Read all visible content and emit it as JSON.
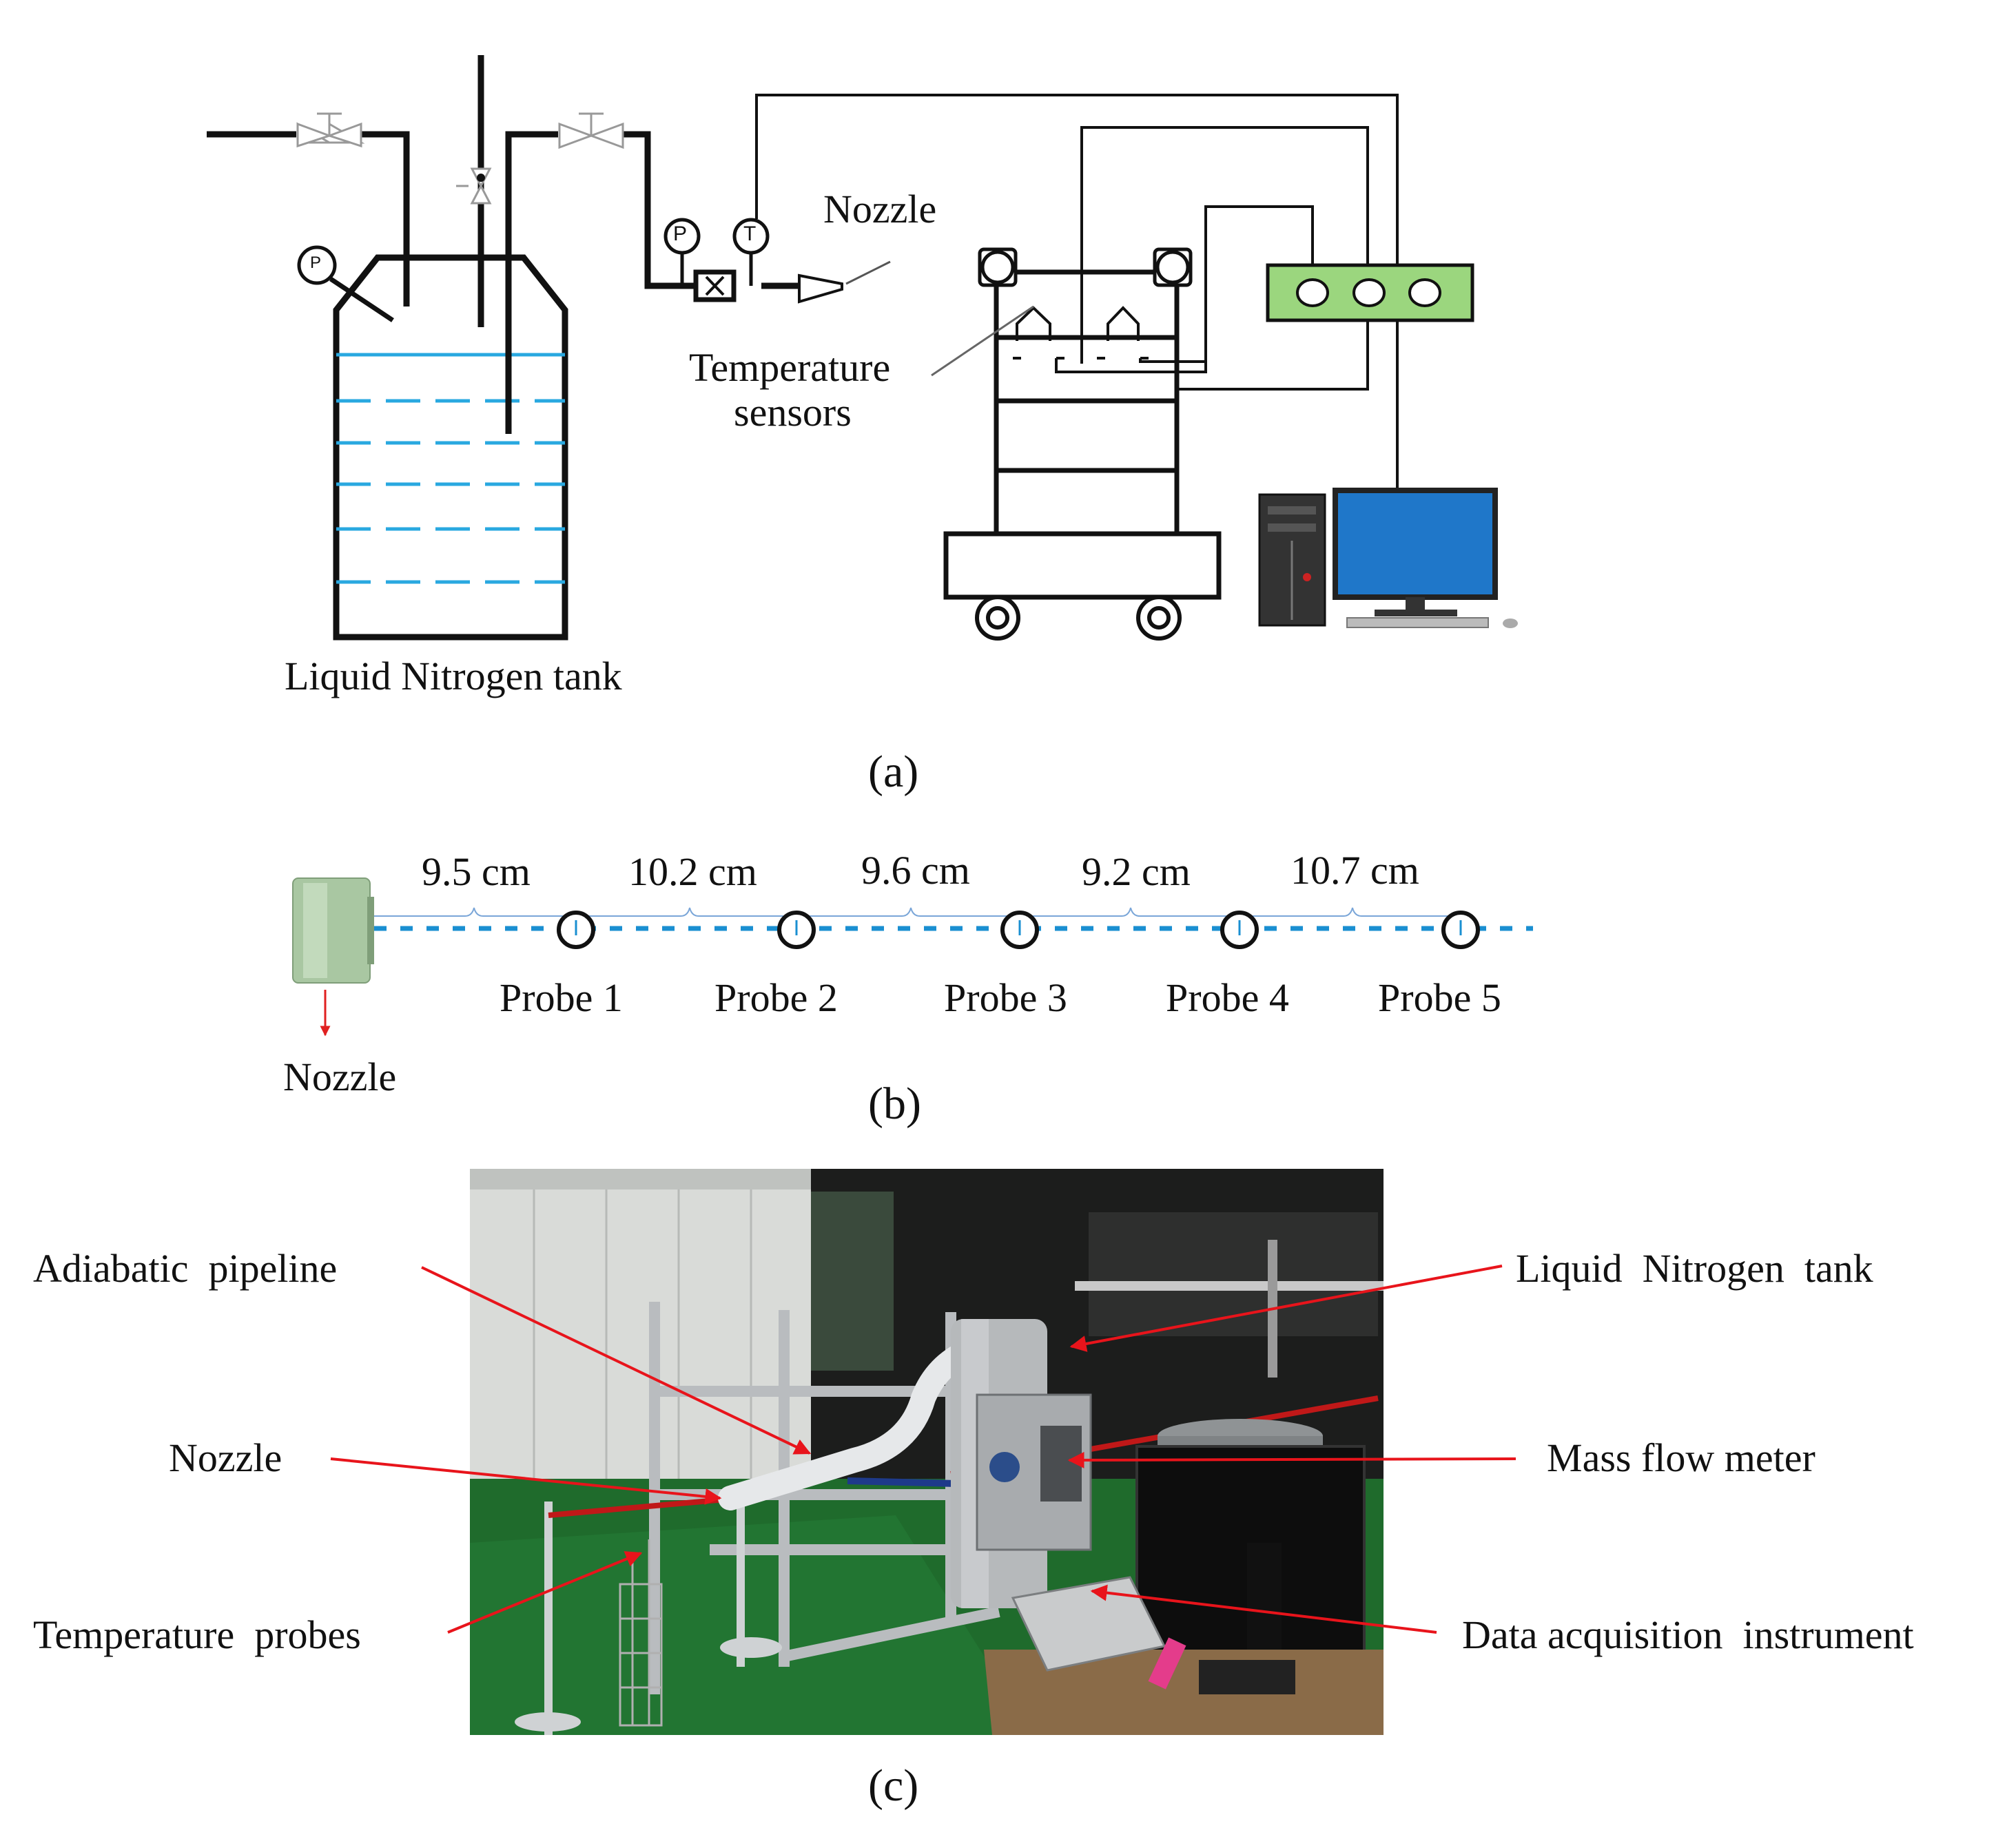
{
  "panel_a": {
    "caption": "(a)",
    "nozzle_label": "Nozzle",
    "sensors_label_line1": "Temperature",
    "sensors_label_line2": "sensors",
    "tank_label": "Liquid Nitrogen tank",
    "gauge_p": "P",
    "gauge_t": "T",
    "tank_gauge": "P",
    "colors": {
      "liquid": "#29a8e0",
      "daq_box": "#9bd67e",
      "monitor": "#1f77c9"
    }
  },
  "panel_b": {
    "caption": "(b)",
    "nozzle_label": "Nozzle",
    "distances": [
      "9.5 cm",
      "10.2 cm",
      "9.6 cm",
      "9.2 cm",
      "10.7 cm"
    ],
    "probes": [
      "Probe 1",
      "Probe 2",
      "Probe 3",
      "Probe 4",
      "Probe 5"
    ],
    "colors": {
      "axis_dash": "#1a8fd1",
      "arrow": "#e02020"
    }
  },
  "panel_c": {
    "caption": "(c)",
    "callouts": {
      "adiabatic_pipeline": "Adiabatic  pipeline",
      "nozzle": "Nozzle",
      "temperature_probes": "Temperature  probes",
      "liquid_nitrogen_tank": "Liquid  Nitrogen  tank",
      "mass_flow_meter": "Mass flow meter",
      "data_acquisition": "Data acquisition  instrument"
    },
    "colors": {
      "arrow": "#e8141b",
      "floor": "#1f6b2c"
    }
  }
}
